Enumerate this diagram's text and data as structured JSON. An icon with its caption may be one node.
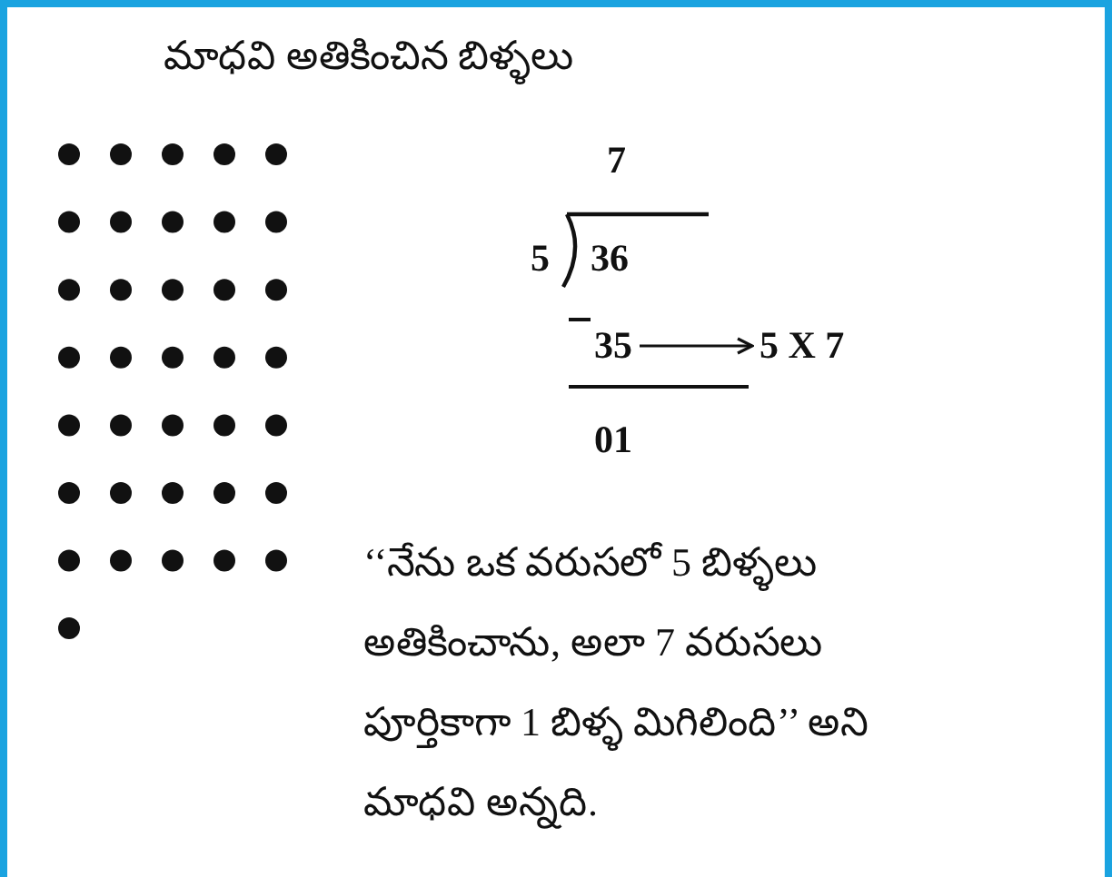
{
  "diagram": {
    "title": "మాధవి అతికించిన బిళ్ళలు",
    "nodes": [
      {
        "text": [
          "35"
        ]
      },
      {
        "text": [
          "5 X 7"
        ]
      }
    ],
    "edges": [
      {
        "from": 0,
        "to": 1,
        "arrow": "to"
      }
    ],
    "labels": [
      "7",
      "5",
      "36",
      "01",
      "‘‘నేను ఒక వరుసలో 5 బిళ్ళలు అతికించాను, అలా 7 వరుసలు పూర్తికాగా 1 బిళ్ళ మిగిలింది’’ అని మాధవి అన్నది."
    ]
  }
}
